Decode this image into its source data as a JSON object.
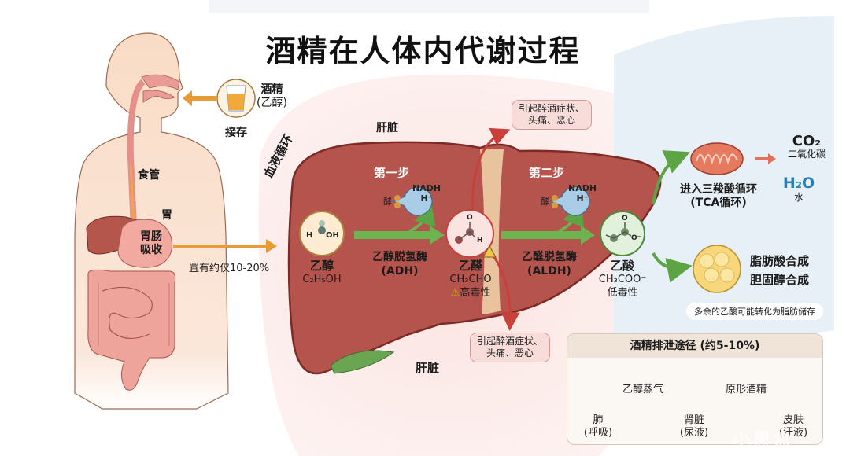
{
  "title": "酒精在人体内代谢过程",
  "intake": {
    "substance_line1": "酒精",
    "substance_line2": "(乙醇)",
    "action": "接存"
  },
  "body_labels": {
    "esophagus": "食管",
    "stomach": "胃",
    "absorption_line1": "胃肠",
    "absorption_line2": "吸收",
    "absorption_note": "罝有约仅10-20%"
  },
  "circulation_label": "血液循环",
  "liver_label_top": "肝脏",
  "liver_label_bottom": "肝脏",
  "step1": {
    "title": "第一步",
    "enzyme_glyph": "酵",
    "byproduct_line1": "NADH",
    "byproduct_line2": "H⁺",
    "enzyme_name": "乙醇脱氢酶",
    "enzyme_abbr": "(ADH)"
  },
  "step2": {
    "title": "第二步",
    "enzyme_glyph": "酵",
    "byproduct_line1": "NADH",
    "byproduct_line2": "H⁺",
    "enzyme_name": "乙醛脱氢酶",
    "enzyme_abbr": "(ALDH)"
  },
  "molecules": {
    "ethanol": {
      "name": "乙醇",
      "formula": "C₂H₅OH",
      "atom_h": "H",
      "atom_oh": "OH"
    },
    "acetaldehyde": {
      "name": "乙醛",
      "formula": "CH₃CHO",
      "warning": "高毒性",
      "atom_o": "O",
      "atom_h": "H"
    },
    "acetate": {
      "name": "乙酸",
      "formula": "CH₃COO⁻",
      "toxicity": "低毒性",
      "atom_o": "O",
      "atom_o_minus": "O⁻"
    }
  },
  "symptoms_top": {
    "line1": "引起醉酒症状、",
    "line2": "头痛、恶心"
  },
  "symptoms_bottom": {
    "line1": "引起醉酒症状、",
    "line2": "头痛、恶心"
  },
  "tca": {
    "line1": "进入三羧酸循环",
    "line2": "(TCA循环)",
    "co2": "CO₂",
    "co2_name": "二氧化碳",
    "h2o": "H₂O",
    "h2o_name": "水"
  },
  "fat": {
    "line1": "脂肪酸合成",
    "line2": "胆固醇合成",
    "note": "多余的乙酸可能转化为脂肪储存"
  },
  "excretion": {
    "title": "酒精排泄途径 (约5-10%)",
    "organs": [
      {
        "name": "肺",
        "sub": "(呼吸)"
      },
      {
        "name": "肾脏",
        "sub": "(尿液)"
      },
      {
        "name": "皮肤",
        "sub": "(汗液)"
      }
    ],
    "arrows": [
      "乙醇蒸气",
      "原形酒精"
    ]
  },
  "watermark": "小黑盒",
  "colors": {
    "liver": "#b5544c",
    "liver_dark": "#7d2a26",
    "liver_bg": "#fbe8e6",
    "green_arrow": "#6db34f",
    "orange_arrow": "#e89a35",
    "red_arrow": "#c9403a",
    "tca_bg": "#e8f0f7",
    "h2o_blue": "#2a7fb8"
  }
}
